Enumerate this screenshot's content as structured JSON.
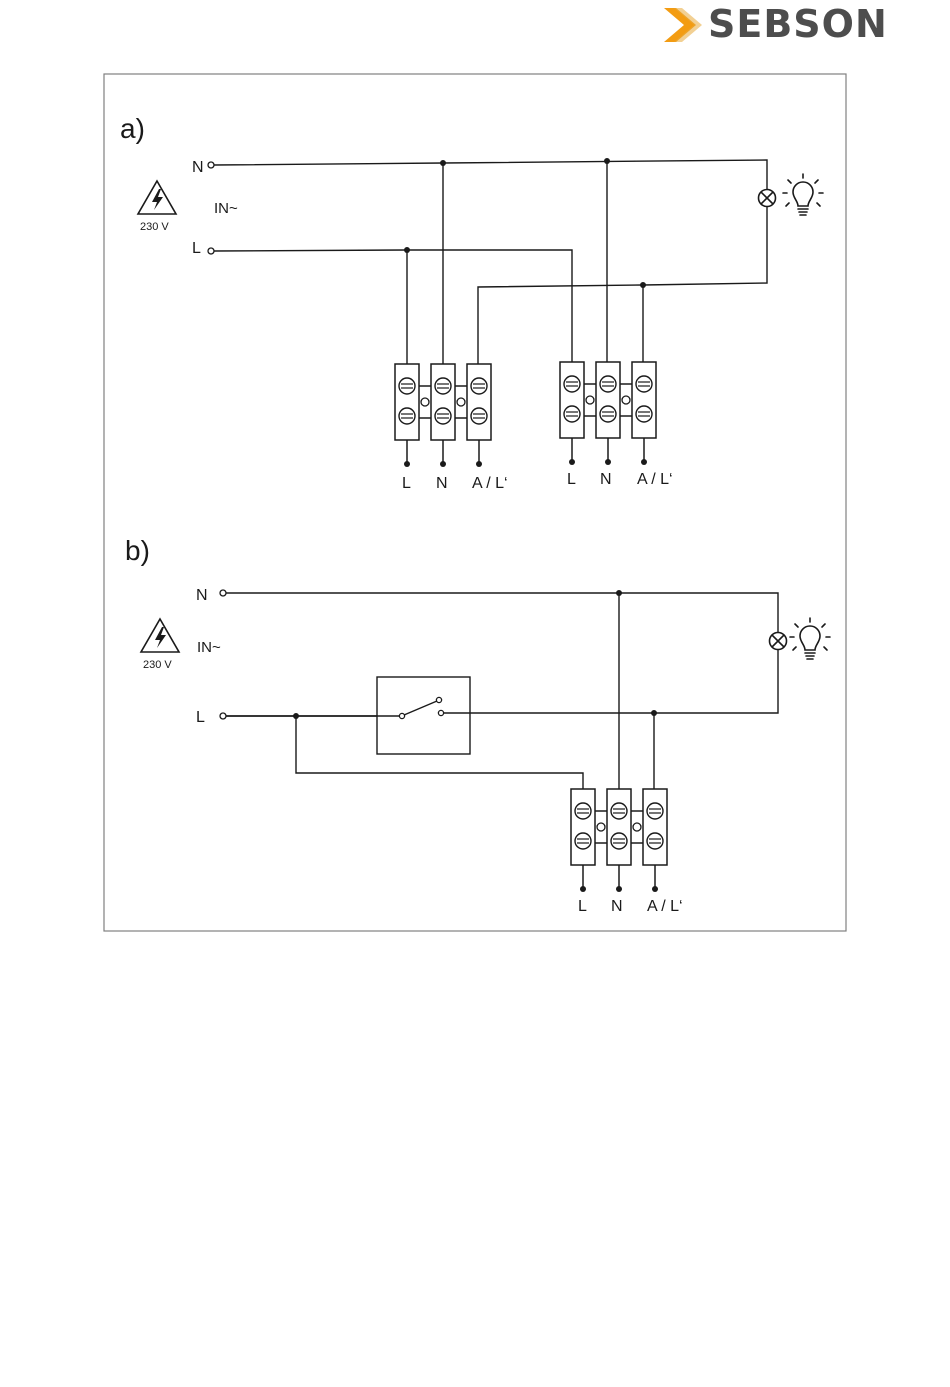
{
  "brand": {
    "name": "SEBSON",
    "accent_color": "#f39c12",
    "text_color": "#4d4d4d"
  },
  "panel_a": {
    "label": "a)",
    "supply": {
      "n_label": "N",
      "l_label": "L",
      "in_label": "IN~",
      "voltage": "230 V"
    },
    "icons": [
      "warning-icon",
      "lamp-symbol-icon",
      "light-bulb-icon"
    ],
    "receiver_1": {
      "terminals": [
        "L",
        "N",
        "A / L‘"
      ]
    },
    "receiver_2": {
      "terminals": [
        "L",
        "N",
        "A / L‘"
      ]
    }
  },
  "panel_b": {
    "label": "b)",
    "supply": {
      "n_label": "N",
      "l_label": "L",
      "in_label": "IN~",
      "voltage": "230 V"
    },
    "icons": [
      "warning-icon",
      "switch-icon",
      "lamp-symbol-icon",
      "light-bulb-icon"
    ],
    "receiver_1": {
      "terminals": [
        "L",
        "N",
        "A / L‘"
      ]
    }
  }
}
